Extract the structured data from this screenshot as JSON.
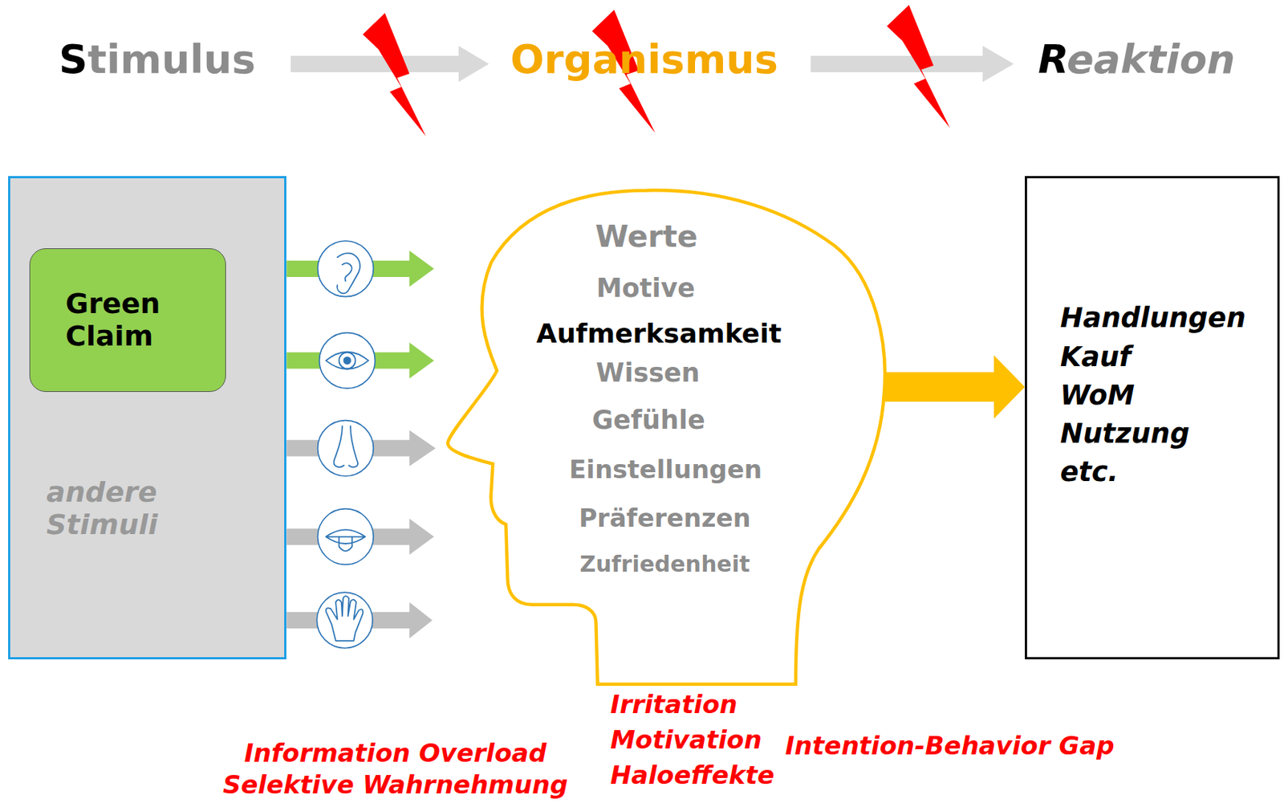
{
  "diagram": {
    "nodes": [
      {
        "text": [
          "andere Stimuli"
        ]
      },
      {
        "text": [
          "Green Claim"
        ],
        "in": 0
      },
      {
        "text": [
          "Werte",
          "Motive",
          "Aufmerksamkeit",
          "Wissen",
          "Gefühle",
          "Einstellungen",
          "Präferenzen",
          "Zufriedenheit"
        ]
      },
      {
        "text": [
          "Handlungen",
          "Kauf",
          "WoM",
          "Nutzung",
          "etc."
        ]
      }
    ],
    "edges": [
      {
        "from": 2,
        "to": 3,
        "arrow": "to"
      }
    ],
    "labels": [
      "Stimulus",
      "Organismus",
      "Reaktion",
      "Information Overload",
      "Selektive Wahrnehmung",
      "Irritation",
      "Motivation",
      "Haloeffekte",
      "Intention-Behavior Gap"
    ]
  }
}
